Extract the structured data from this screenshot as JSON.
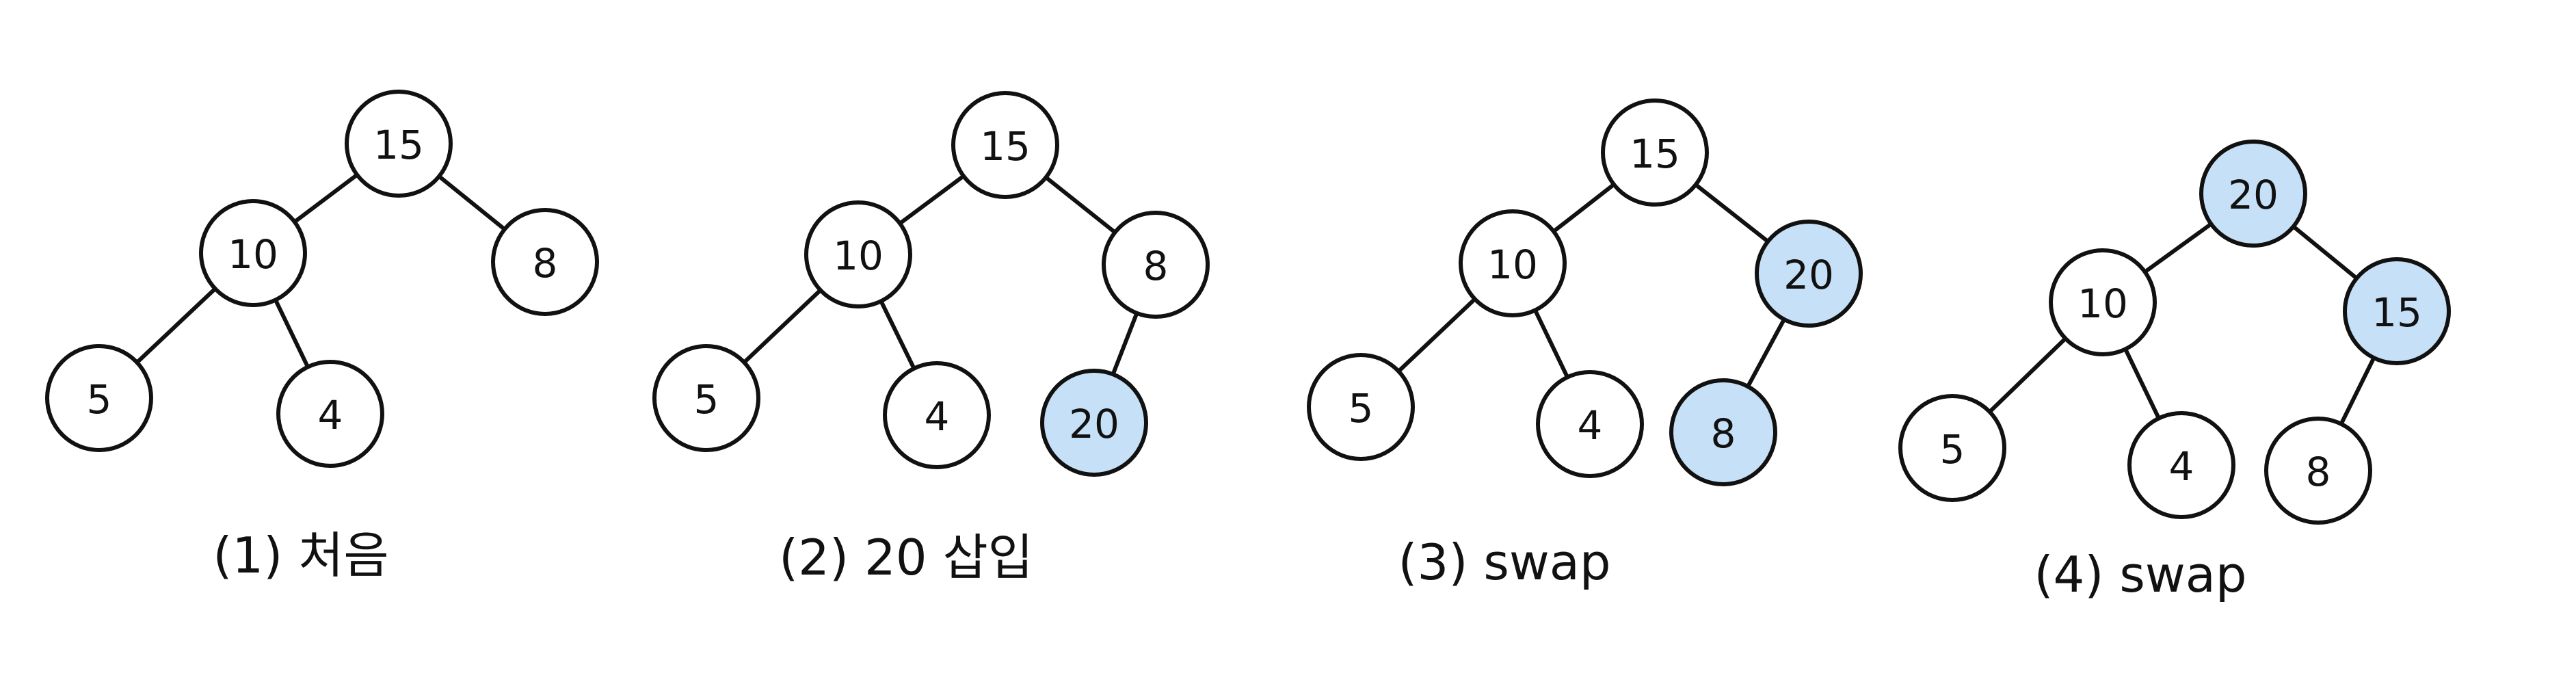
{
  "colors": {
    "node_fill": "#ffffff",
    "highlight_fill": "#c6e0f7",
    "stroke": "#111111"
  },
  "panels": [
    {
      "caption": "(1)  처음",
      "nodes": [
        {
          "id": "a",
          "label": "15",
          "highlight": false
        },
        {
          "id": "b",
          "label": "10",
          "highlight": false
        },
        {
          "id": "c",
          "label": "8",
          "highlight": false
        },
        {
          "id": "d",
          "label": "5",
          "highlight": false
        },
        {
          "id": "e",
          "label": "4",
          "highlight": false
        }
      ],
      "edges": [
        [
          "a",
          "b"
        ],
        [
          "a",
          "c"
        ],
        [
          "b",
          "d"
        ],
        [
          "b",
          "e"
        ]
      ]
    },
    {
      "caption": "(2) 20 삽입",
      "nodes": [
        {
          "id": "a",
          "label": "15",
          "highlight": false
        },
        {
          "id": "b",
          "label": "10",
          "highlight": false
        },
        {
          "id": "c",
          "label": "8",
          "highlight": false
        },
        {
          "id": "d",
          "label": "5",
          "highlight": false
        },
        {
          "id": "e",
          "label": "4",
          "highlight": false
        },
        {
          "id": "f",
          "label": "20",
          "highlight": true
        }
      ],
      "edges": [
        [
          "a",
          "b"
        ],
        [
          "a",
          "c"
        ],
        [
          "b",
          "d"
        ],
        [
          "b",
          "e"
        ],
        [
          "c",
          "f"
        ]
      ]
    },
    {
      "caption": "(3) swap",
      "nodes": [
        {
          "id": "a",
          "label": "15",
          "highlight": false
        },
        {
          "id": "b",
          "label": "10",
          "highlight": false
        },
        {
          "id": "c",
          "label": "20",
          "highlight": true
        },
        {
          "id": "d",
          "label": "5",
          "highlight": false
        },
        {
          "id": "e",
          "label": "4",
          "highlight": false
        },
        {
          "id": "f",
          "label": "8",
          "highlight": true
        }
      ],
      "edges": [
        [
          "a",
          "b"
        ],
        [
          "a",
          "c"
        ],
        [
          "b",
          "d"
        ],
        [
          "b",
          "e"
        ],
        [
          "c",
          "f"
        ]
      ]
    },
    {
      "caption": "(4) swap",
      "nodes": [
        {
          "id": "a",
          "label": "20",
          "highlight": true
        },
        {
          "id": "b",
          "label": "10",
          "highlight": false
        },
        {
          "id": "c",
          "label": "15",
          "highlight": true
        },
        {
          "id": "d",
          "label": "5",
          "highlight": false
        },
        {
          "id": "e",
          "label": "4",
          "highlight": false
        },
        {
          "id": "f",
          "label": "8",
          "highlight": false
        }
      ],
      "edges": [
        [
          "a",
          "b"
        ],
        [
          "a",
          "c"
        ],
        [
          "b",
          "d"
        ],
        [
          "b",
          "e"
        ],
        [
          "c",
          "f"
        ]
      ]
    }
  ]
}
